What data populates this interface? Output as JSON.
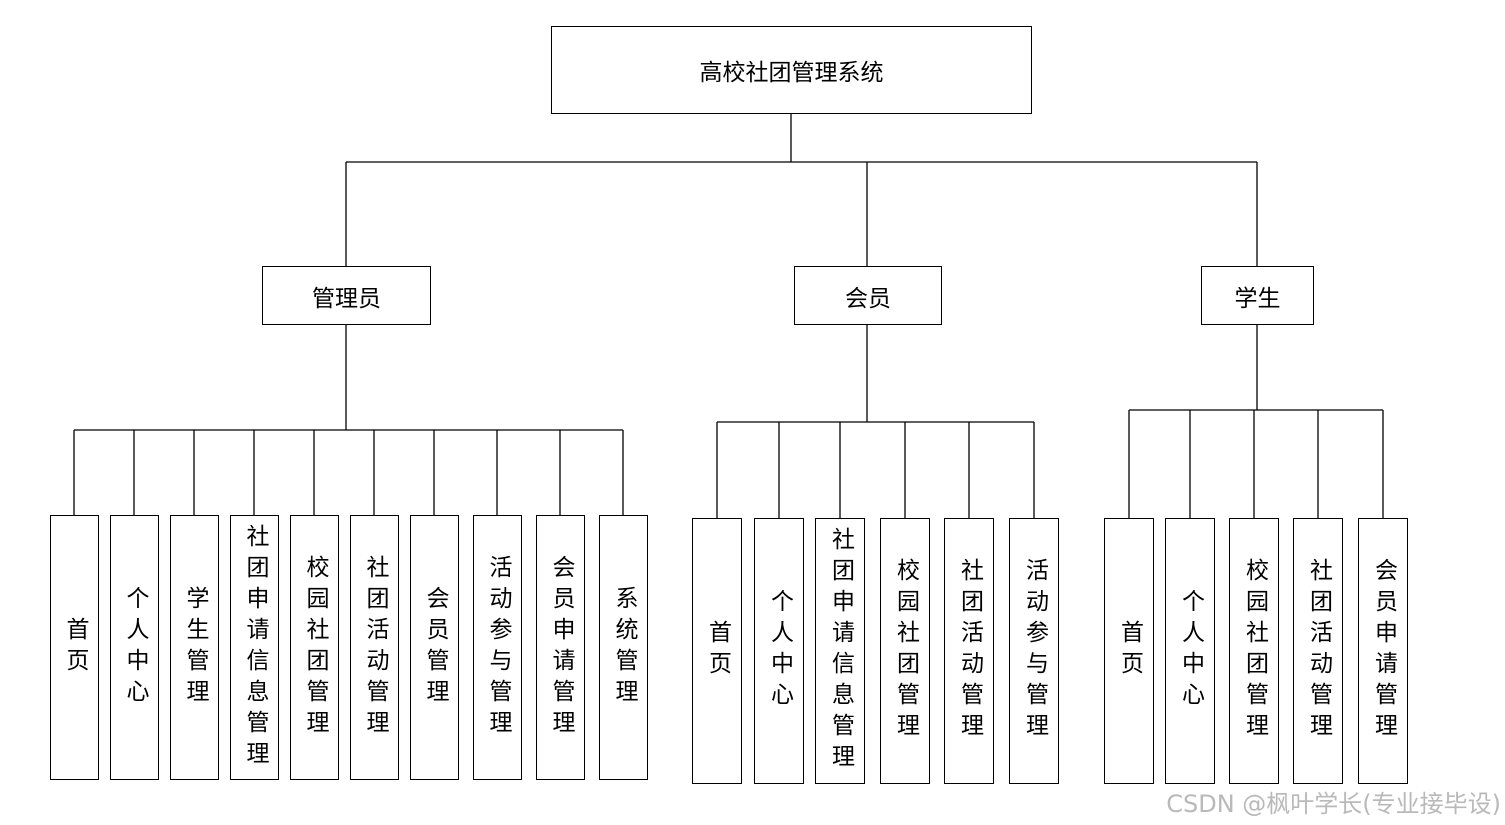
{
  "root": {
    "label": "高校社团管理系统"
  },
  "roles": [
    {
      "label": "管理员",
      "children": [
        "首页",
        "个人中心",
        "学生管理",
        "社团申请信息管理",
        "校园社团管理",
        "社团活动管理",
        "会员管理",
        "活动参与管理",
        "会员申请管理",
        "系统管理"
      ]
    },
    {
      "label": "会员",
      "children": [
        "首页",
        "个人中心",
        "社团申请信息管理",
        "校园社团管理",
        "社团活动管理",
        "活动参与管理"
      ]
    },
    {
      "label": "学生",
      "children": [
        "首页",
        "个人中心",
        "校园社团管理",
        "社团活动管理",
        "会员申请管理"
      ]
    }
  ],
  "watermark": "CSDN @枫叶学长(专业接毕设)"
}
